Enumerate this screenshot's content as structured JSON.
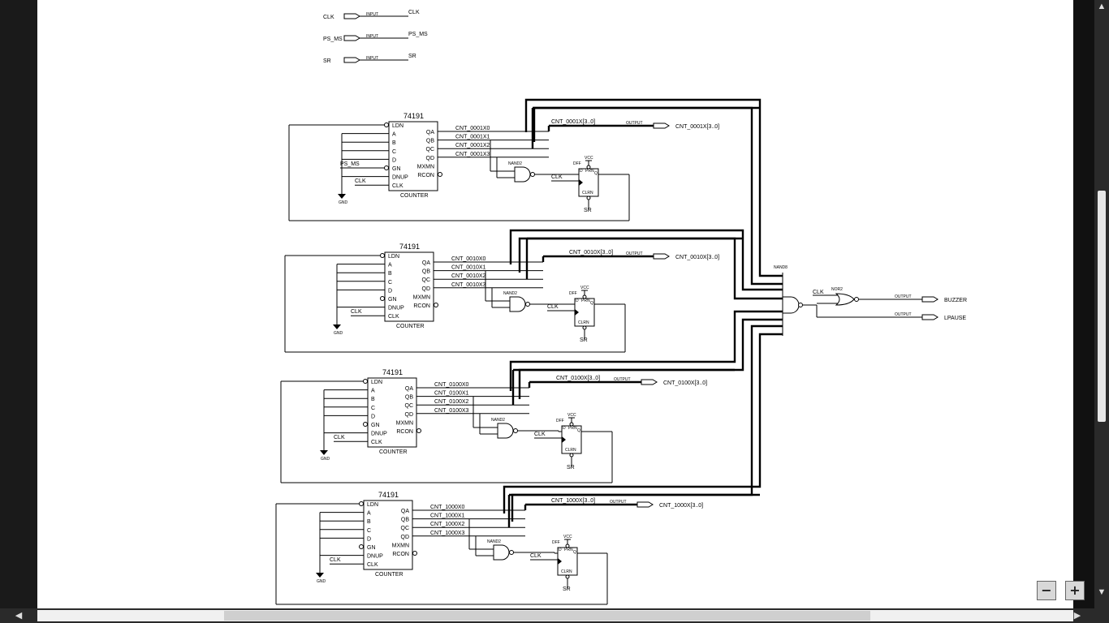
{
  "inputs": [
    {
      "name": "CLK",
      "tag": "INPUT",
      "net": "CLK"
    },
    {
      "name": "PS_MS",
      "tag": "INPUT",
      "net": "PS_MS"
    },
    {
      "name": "SR",
      "tag": "INPUT",
      "net": "SR"
    }
  ],
  "counter_stages": [
    {
      "part": "74191",
      "bottom": "COUNTER",
      "out_bits": [
        "CNT_0001X0",
        "CNT_0001X1",
        "CNT_0001X2",
        "CNT_0001X3"
      ],
      "bus": "CNT_0001X[3..0]",
      "output_port": "CNT_0001X[3..0]",
      "gn_net": "PS_MS",
      "clk_net": "CLK"
    },
    {
      "part": "74191",
      "bottom": "COUNTER",
      "out_bits": [
        "CNT_0010X0",
        "CNT_0010X1",
        "CNT_0010X2",
        "CNT_0010X3"
      ],
      "bus": "CNT_0010X[3..0]",
      "output_port": "CNT_0010X[3..0]",
      "gn_net": "",
      "clk_net": "CLK"
    },
    {
      "part": "74191",
      "bottom": "COUNTER",
      "out_bits": [
        "CNT_0100X0",
        "CNT_0100X1",
        "CNT_0100X2",
        "CNT_0100X3"
      ],
      "bus": "CNT_0100X[3..0]",
      "output_port": "CNT_0100X[3..0]",
      "gn_net": "",
      "clk_net": "CLK"
    },
    {
      "part": "74191",
      "bottom": "COUNTER",
      "out_bits": [
        "CNT_1000X0",
        "CNT_1000X1",
        "CNT_1000X2",
        "CNT_1000X3"
      ],
      "bus": "CNT_1000X[3..0]",
      "output_port": "CNT_1000X[3..0]",
      "gn_net": "",
      "clk_net": "CLK"
    }
  ],
  "pins": {
    "left": [
      "LDN",
      "A",
      "B",
      "C",
      "D",
      "GN",
      "DNUP",
      "CLK"
    ],
    "right": [
      "QA",
      "QB",
      "QC",
      "QD",
      "MXMN",
      "RCON"
    ]
  },
  "labels": {
    "gnd": "GND",
    "vcc": "VCC",
    "nand2": "NAND2",
    "nand8": "NAND8",
    "nor2": "NOR2",
    "dff": "DFF",
    "prn": "PRN",
    "clrn": "CLRN",
    "d": "D",
    "q": "Q",
    "output_tag": "OUTPUT",
    "sr": "SR",
    "clk": "CLK"
  },
  "outputs": {
    "buzzer": "BUZZER",
    "lpause": "LPAUSE"
  },
  "viewer": {
    "zoom_out": "−",
    "zoom_in": "+",
    "up_arrow": "▲",
    "down_arrow": "▼",
    "left_arrow": "◀",
    "right_arrow": "▶"
  },
  "colors": {
    "wire": "#000000",
    "canvas": "#ffffff",
    "frame": "#1e1e1e"
  }
}
